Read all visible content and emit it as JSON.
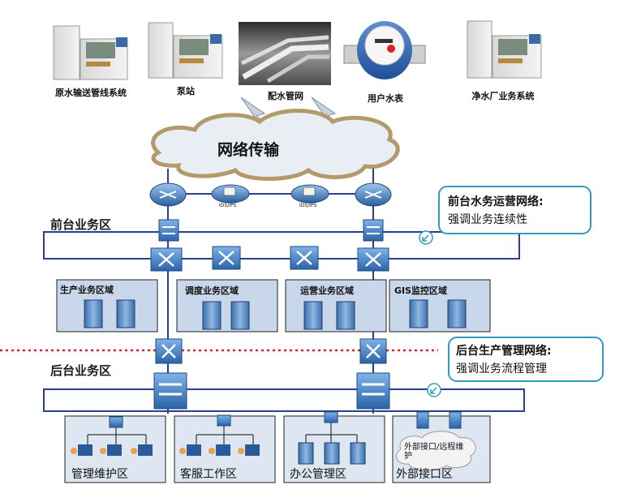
{
  "top_devices": [
    {
      "label": "原水输送管线系统",
      "icon": "control-cabinet"
    },
    {
      "label": "泵站",
      "icon": "control-cabinet"
    },
    {
      "label": "配水管网",
      "icon": "pipeline-photo"
    },
    {
      "label": "用户水表",
      "icon": "water-meter"
    },
    {
      "label": "净水厂业务系统",
      "icon": "control-cabinet"
    }
  ],
  "cloud": {
    "label": "网络传输"
  },
  "ids_labels": [
    "IDS/IPS",
    "IDS/IPS"
  ],
  "front_zone": {
    "title": "前台业务区",
    "subzones": [
      "生产业务区域",
      "调度业务区域",
      "运营业务区域",
      "GIS监控区域"
    ]
  },
  "back_zone": {
    "title": "后台业务区",
    "subzones": [
      "管理维护区",
      "客服工作区",
      "办公管理区",
      "外部接口区"
    ],
    "external_cloud": "外部接口/远程维护"
  },
  "callouts": [
    {
      "heading": "前台水务运营网络:",
      "sub": "强调业务连续性"
    },
    {
      "heading": "后台生产管理网络:",
      "sub": "强调业务流程管理"
    }
  ],
  "colors": {
    "network_line": "#2a3f8f",
    "switch_blue": "#3a78c2",
    "zone_fill": "#c9d7ea",
    "divider_red": "#d6202a",
    "callout_border": "#2f9bc1",
    "cloud_fill": "#e9eef4",
    "cloud_edge": "#b39a6a"
  }
}
